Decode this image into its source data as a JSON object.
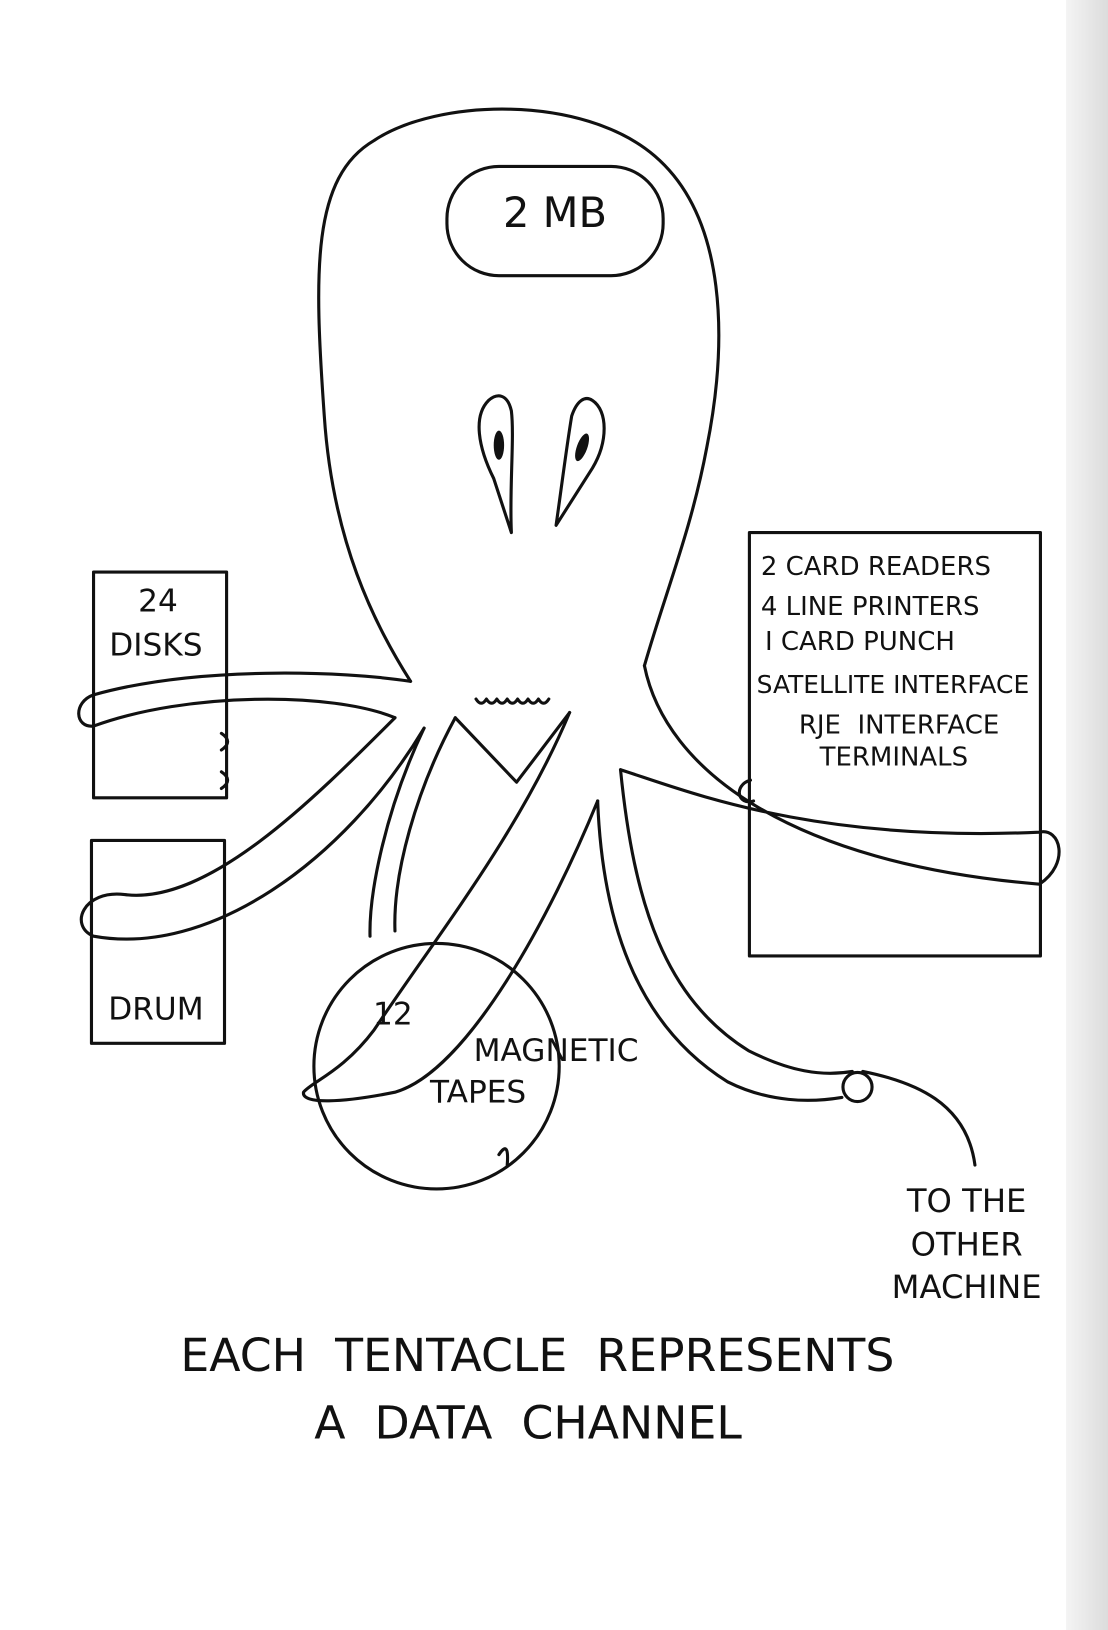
{
  "memory": "2 MB",
  "disks": {
    "count": "24",
    "label": "DISKS"
  },
  "drum": "DRUM",
  "tapes": {
    "count": "12",
    "line1": "MAGNETIC",
    "line2": "TAPES"
  },
  "peripherals": [
    "2 CARD READERS",
    "4 LINE PRINTERS",
    "I CARD PUNCH",
    "SATELLITE INTERFACE",
    "RJE  INTERFACE",
    "TERMINALS"
  ],
  "other_machine": [
    "TO THE",
    "OTHER",
    "MACHINE"
  ],
  "caption": [
    "EACH  TENTACLE  REPRESENTS",
    "A  DATA  CHANNEL"
  ]
}
